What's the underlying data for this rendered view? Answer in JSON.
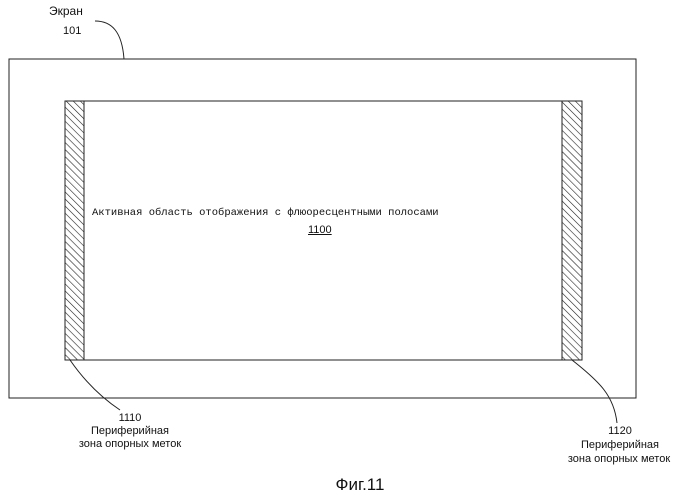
{
  "screen": {
    "label": "Экран",
    "ref": "101"
  },
  "active_area": {
    "label": "Активная область отображения с флюоресцентными полосами",
    "ref": "1100"
  },
  "left_zone": {
    "ref": "1110",
    "line1": "Периферийная",
    "line2": "зона опорных меток"
  },
  "right_zone": {
    "ref": "1120",
    "line1": "Периферийная",
    "line2": "зона опорных меток"
  },
  "caption": "Фиг.11"
}
